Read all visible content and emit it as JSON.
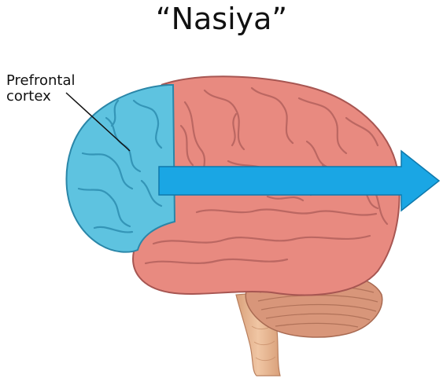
{
  "title": "“Nasiya”",
  "label": {
    "line1": "Prefrontal",
    "line2": "cortex"
  },
  "colors": {
    "prefrontal": "#5ec3e0",
    "cerebrum": "#e98a80",
    "cerebellum": "#d99a78",
    "brainstem": "#e8b592",
    "arrow": "#1aa6e4"
  },
  "icons": {
    "brain": "brain-illustration-icon",
    "arrow": "arrow-right-icon"
  }
}
